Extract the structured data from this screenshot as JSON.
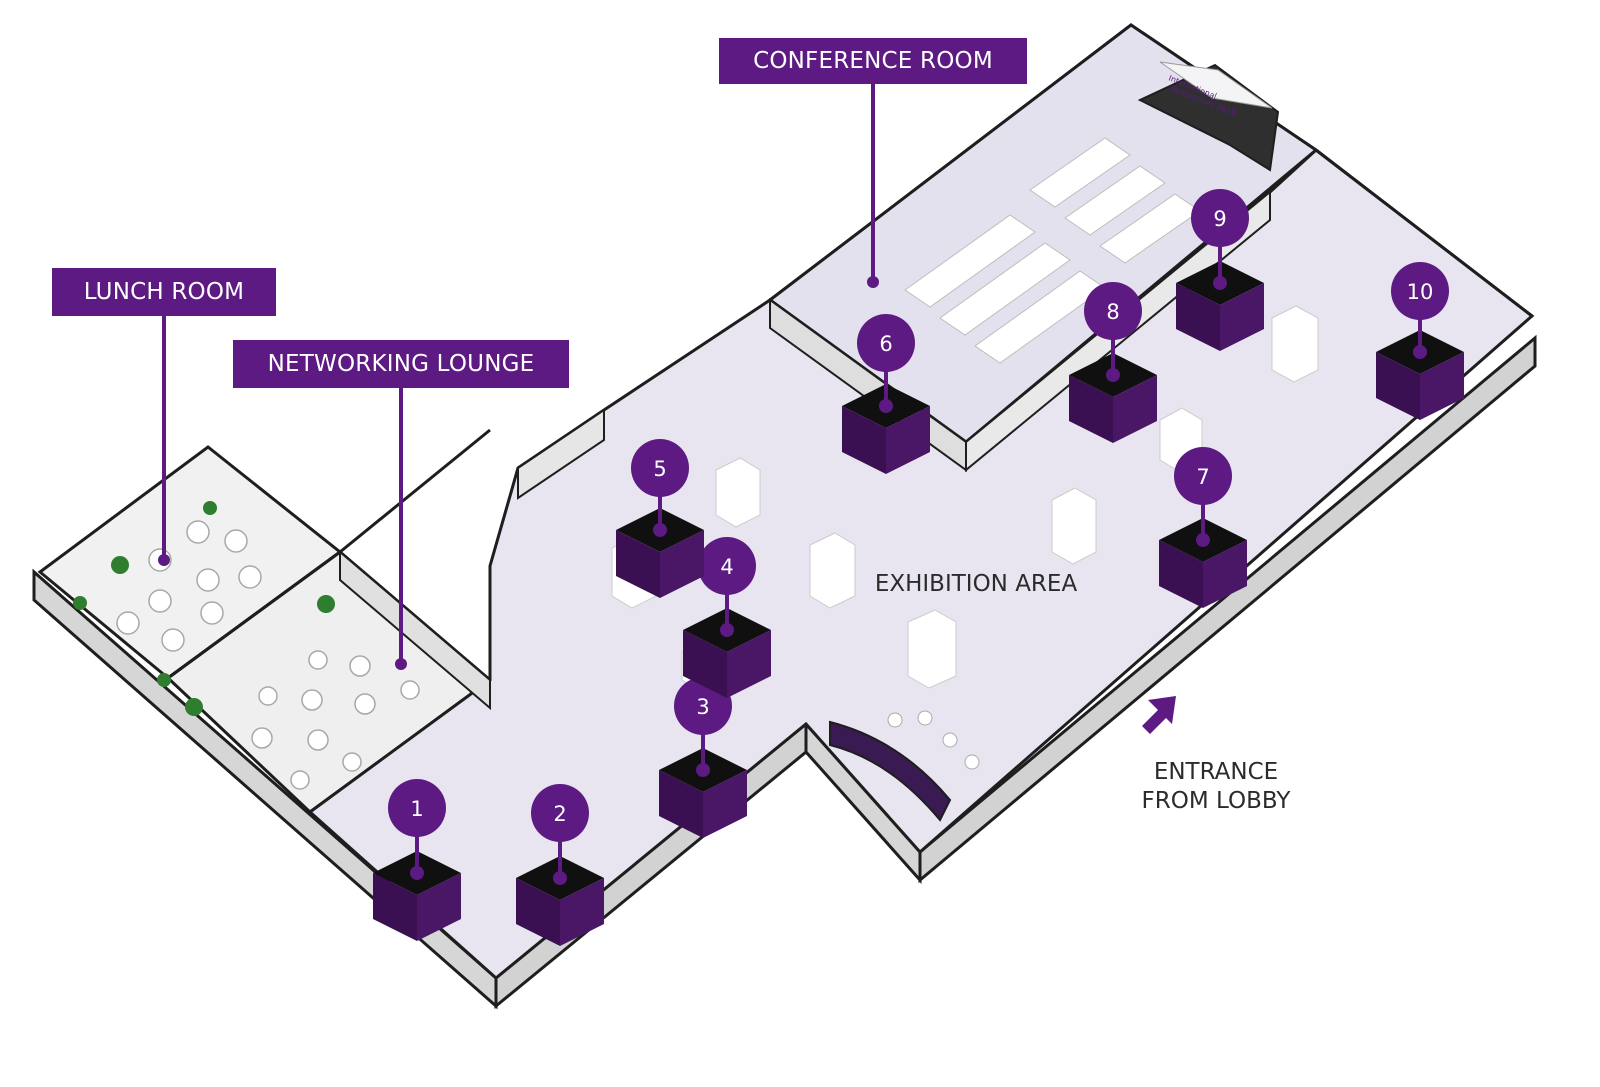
{
  "labels": {
    "conference_room": "CONFERENCE ROOM",
    "lunch_room": "LUNCH ROOM",
    "networking_lounge": "NETWORKING LOUNGE",
    "exhibition_area": "EXHIBITION AREA",
    "entrance_line1": "ENTRANCE",
    "entrance_line2": "FROM LOBBY"
  },
  "booths": [
    "1",
    "2",
    "3",
    "4",
    "5",
    "6",
    "7",
    "8",
    "9",
    "10"
  ],
  "screen": {
    "line1": "International",
    "line2": "Symposium 2019"
  },
  "colors": {
    "brand_purple": "#5c1a82",
    "booth_dark": "#101010",
    "booth_side": "#4a1767",
    "floor": "#e8e5f0",
    "wall_top": "#ffffff",
    "wall_side": "#d8d8d8",
    "outline": "#1e1e1e"
  }
}
